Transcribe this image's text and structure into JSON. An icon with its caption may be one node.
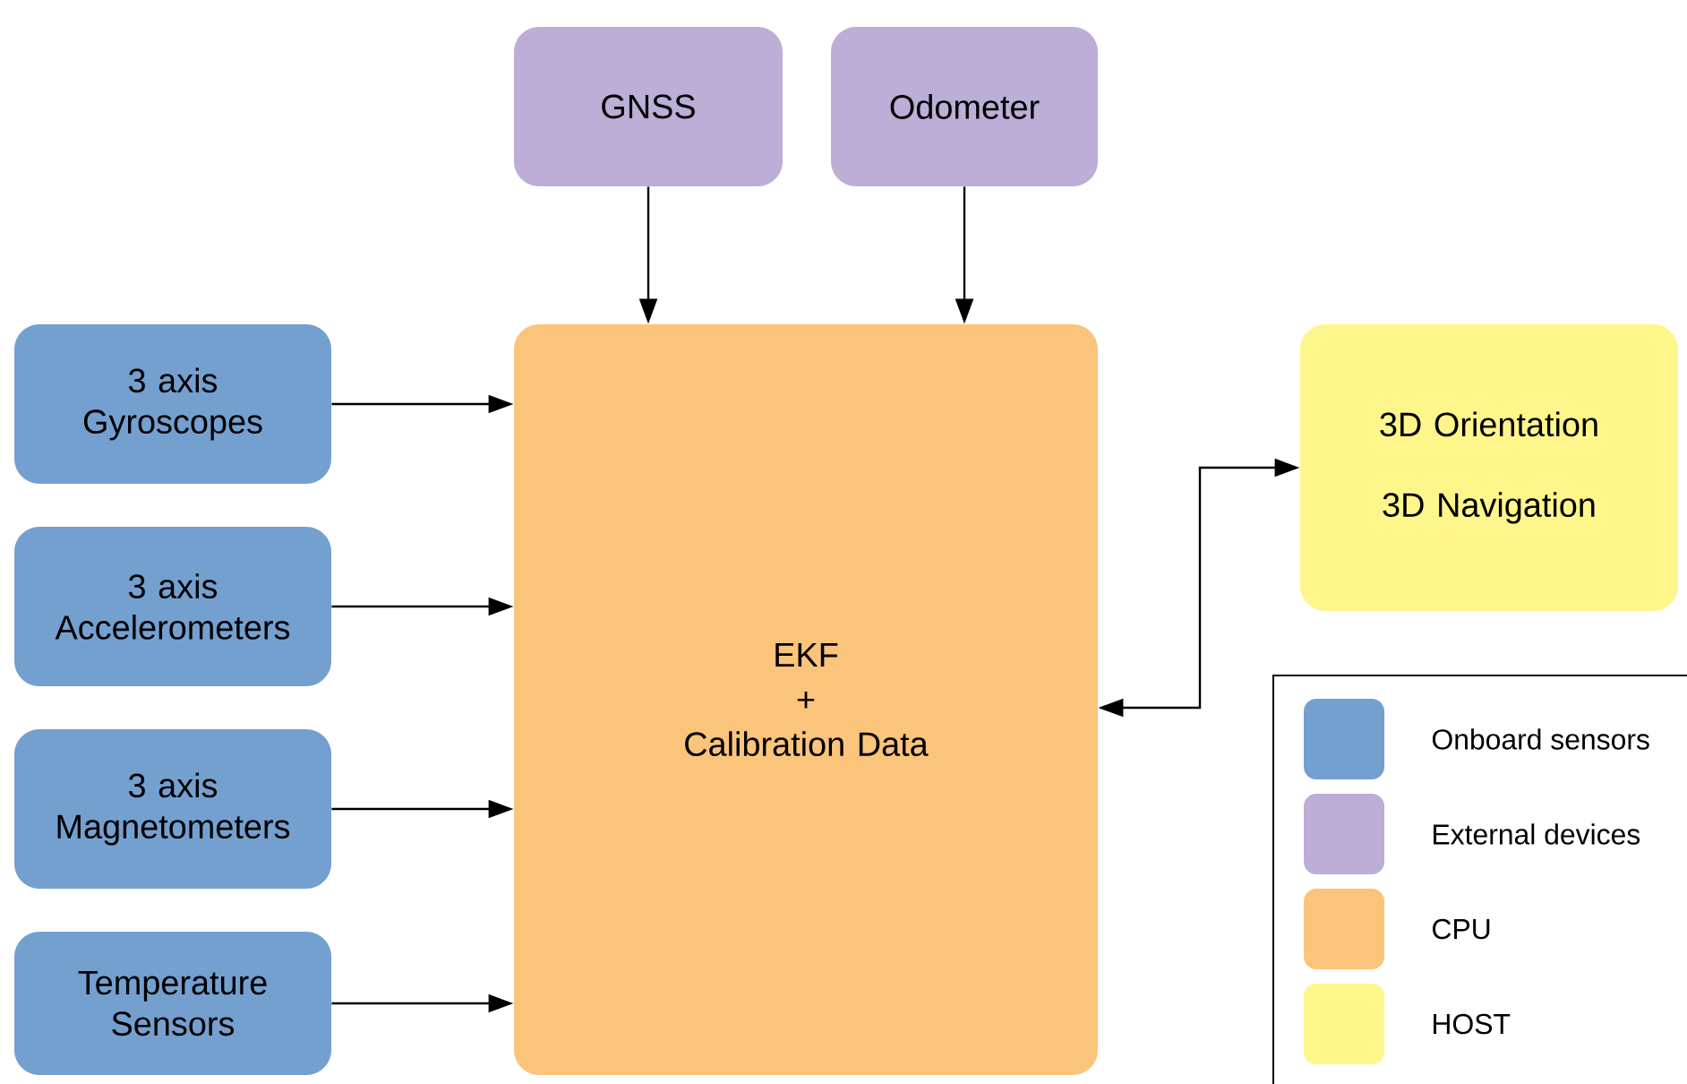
{
  "diagram": {
    "nodes": [
      {
        "text": [
          "GNSS"
        ]
      },
      {
        "text": [
          "Odometer"
        ]
      },
      {
        "text": [
          "3 axis Gyroscopes"
        ]
      },
      {
        "text": [
          "EKF",
          "+",
          "Calibration Data"
        ]
      },
      {
        "text": [
          "3D Orientation",
          "3D Navigation"
        ]
      },
      {
        "text": [
          "3 axis Accelerometers"
        ]
      },
      {
        "text": [
          "3 axis Magnetometers"
        ]
      },
      {
        "text": [
          "Temperature Sensors"
        ]
      }
    ],
    "edges": [
      {
        "from": 0,
        "to": 3,
        "arrow": "to"
      },
      {
        "from": 1,
        "to": 3,
        "arrow": "to"
      },
      {
        "from": 2,
        "to": 3,
        "arrow": "to"
      },
      {
        "from": 5,
        "to": 3,
        "arrow": "to"
      },
      {
        "from": 6,
        "to": 3,
        "arrow": "to"
      },
      {
        "from": 7,
        "to": 3,
        "arrow": "to"
      },
      {
        "from": 3,
        "to": 4,
        "arrow": "both"
      }
    ],
    "legend": [
      {
        "text": "Onboard sensors",
        "color": "#74a0d0"
      },
      {
        "text": "External devices",
        "color": "#bcaed6"
      },
      {
        "text": "CPU",
        "color": "#fbc47b"
      },
      {
        "text": "HOST",
        "color": "#fef68b"
      }
    ]
  }
}
